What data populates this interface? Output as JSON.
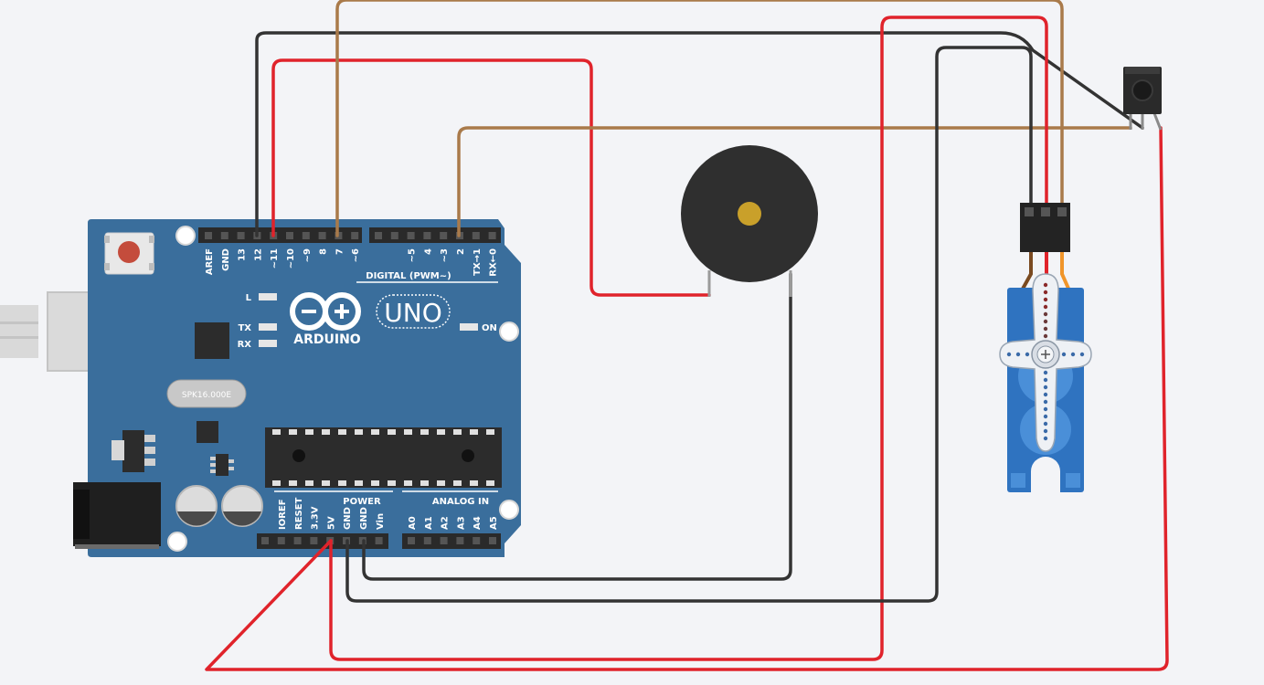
{
  "colors": {
    "canvas_bg": "#f3f4f7",
    "board_blue": "#3a6e9c",
    "wire_red": "#e0232b",
    "wire_black": "#333333",
    "wire_brown": "#a97a4a",
    "servo_blue": "#2f73c0",
    "buzzer_body": "#2f2f2f",
    "buzzer_center": "#c9a02a"
  },
  "board": {
    "brand": "ARDUINO",
    "model": "UNO",
    "crystal": "SPK16.000E",
    "led_l": "L",
    "led_tx": "TX",
    "led_rx": "RX",
    "led_on": "ON",
    "digital_header": "DIGITAL (PWM~)",
    "power_header": "POWER",
    "analog_header": "ANALOG IN",
    "digital_pins": [
      "AREF",
      "GND",
      "13",
      "12",
      "~11",
      "~10",
      "~9",
      "8",
      "7",
      "~6",
      "~5",
      "4",
      "~3",
      "2",
      "TX→1",
      "RX←0"
    ],
    "power_pins": [
      "IOREF",
      "RESET",
      "3.3V",
      "5V",
      "GND",
      "GND",
      "Vin"
    ],
    "analog_pins": [
      "A0",
      "A1",
      "A2",
      "A3",
      "A4",
      "A5"
    ]
  },
  "components": {
    "usb_icon": "usb-connector-icon",
    "barrel_icon": "dc-jack-icon",
    "buzzer_icon": "piezo-buzzer-icon",
    "servo_icon": "micro-servo-icon",
    "ir_icon": "ir-receiver-icon"
  }
}
